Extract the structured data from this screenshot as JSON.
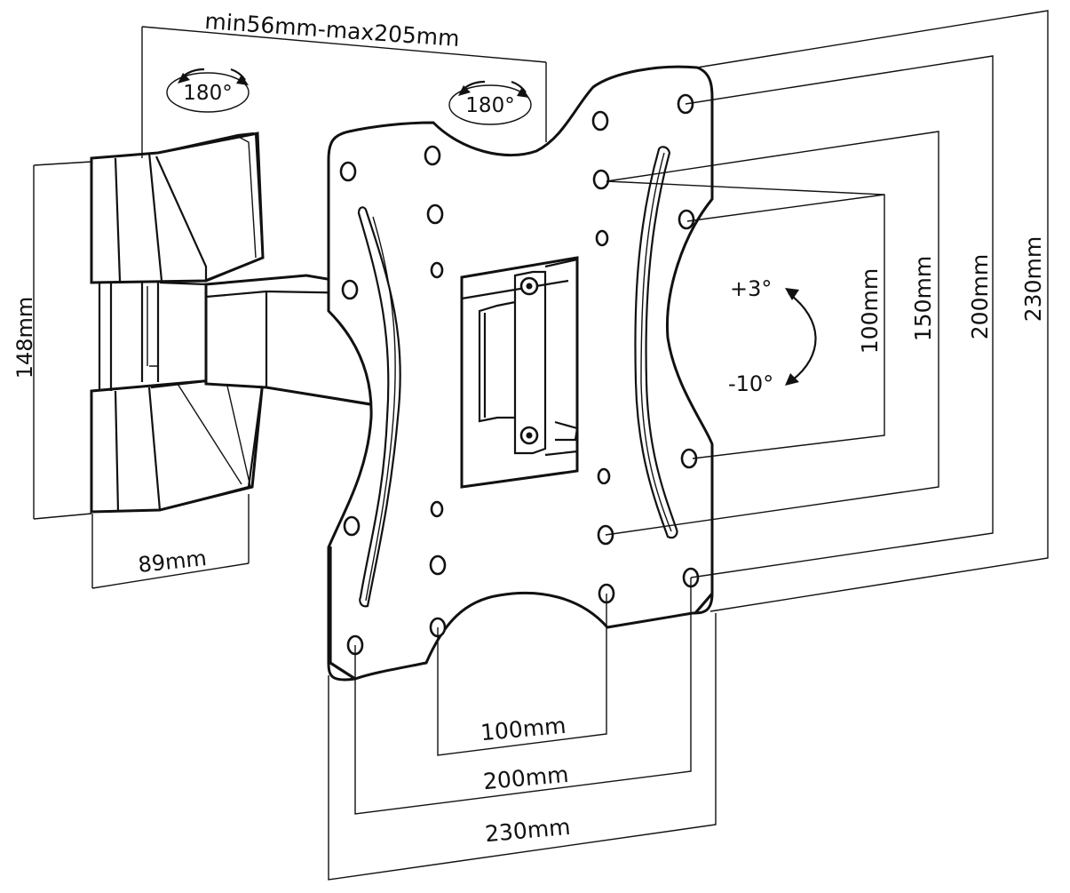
{
  "diagram": {
    "title": "TV wall mount dimension drawing",
    "extension_label": "min56mm-max205mm",
    "swivel_wall_label": "180°",
    "swivel_arm_label": "180°",
    "tilt_up_label": "+3°",
    "tilt_down_label": "-10°",
    "wall_plate_height_label": "148mm",
    "wall_plate_depth_label": "89mm",
    "vesa_vertical": [
      "100mm",
      "150mm",
      "200mm",
      "230mm"
    ],
    "vesa_horizontal": [
      "100mm",
      "200mm",
      "230mm"
    ]
  }
}
